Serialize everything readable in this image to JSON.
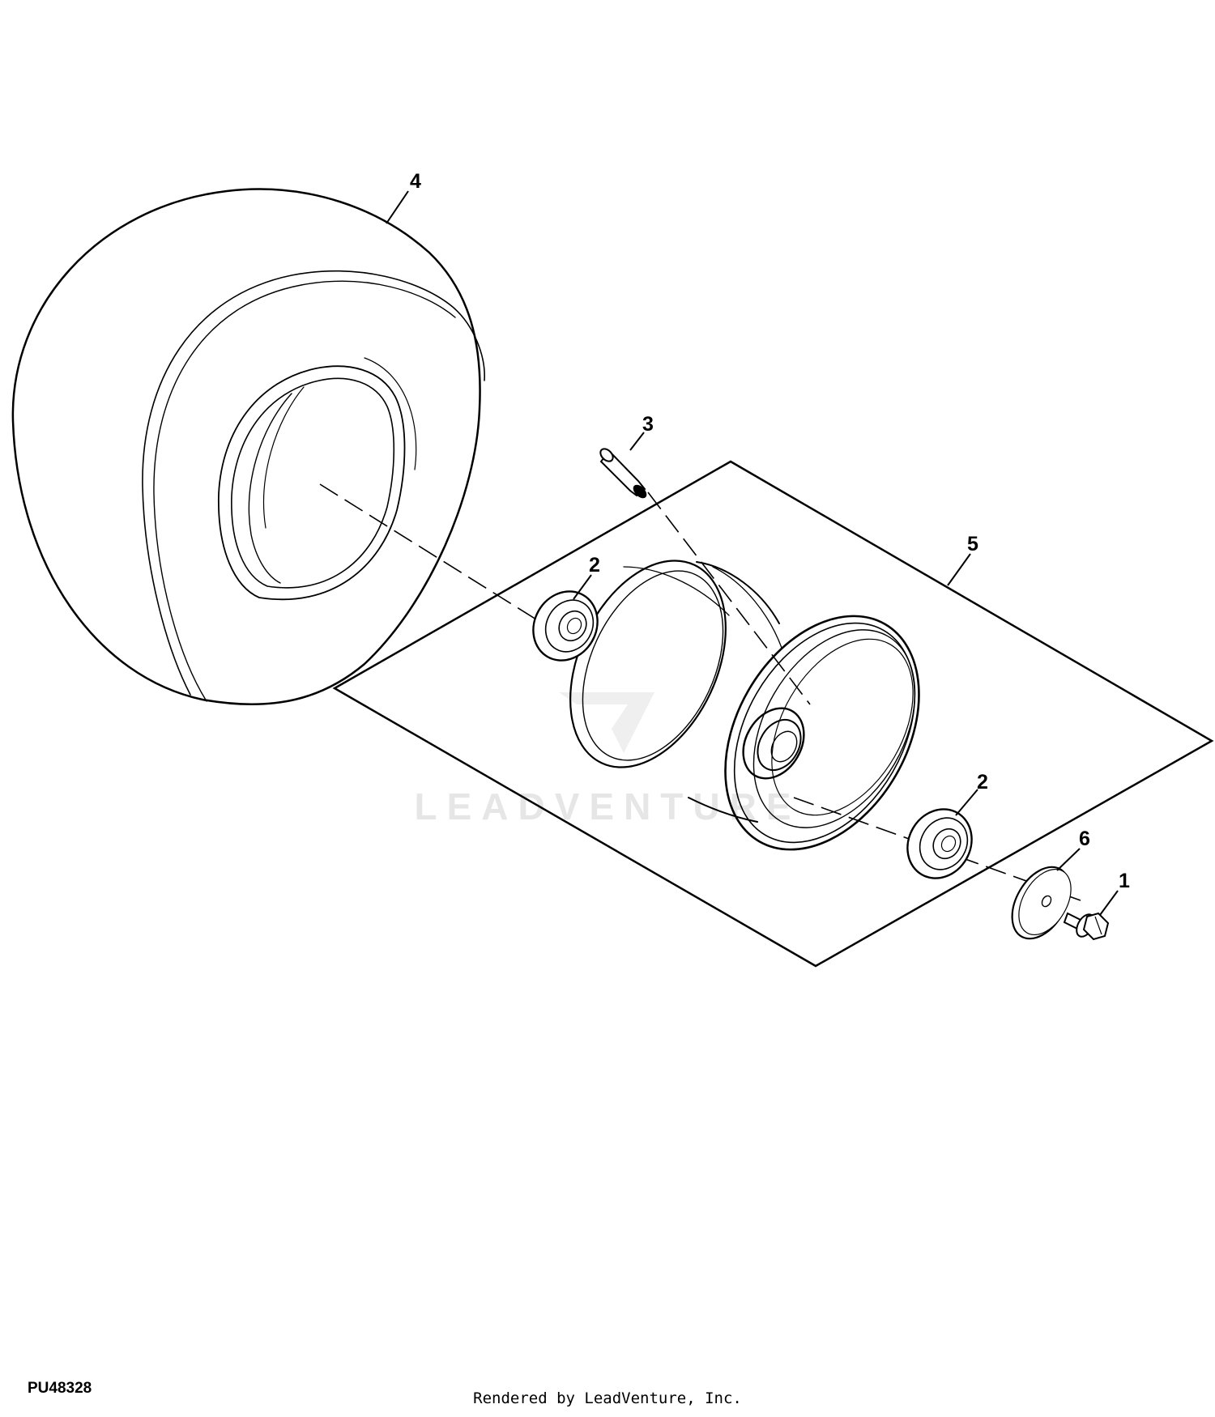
{
  "diagram": {
    "figure_id": "PU48328",
    "footer": "Rendered by LeadVenture, Inc.",
    "watermark": "LEADVENTURE",
    "colors": {
      "line": "#000000",
      "background": "#ffffff",
      "watermark": "#e6e6e6"
    },
    "callouts": {
      "tire": "4",
      "valve_stem": "3",
      "wheel_assembly": "5",
      "bearing_left": "2",
      "bearing_right": "2",
      "washer": "6",
      "bolt": "1"
    },
    "parts": [
      {
        "callout": "1",
        "part": "bolt"
      },
      {
        "callout": "2",
        "part": "bearing"
      },
      {
        "callout": "3",
        "part": "valve stem"
      },
      {
        "callout": "4",
        "part": "tire"
      },
      {
        "callout": "5",
        "part": "wheel"
      },
      {
        "callout": "6",
        "part": "washer"
      }
    ]
  }
}
